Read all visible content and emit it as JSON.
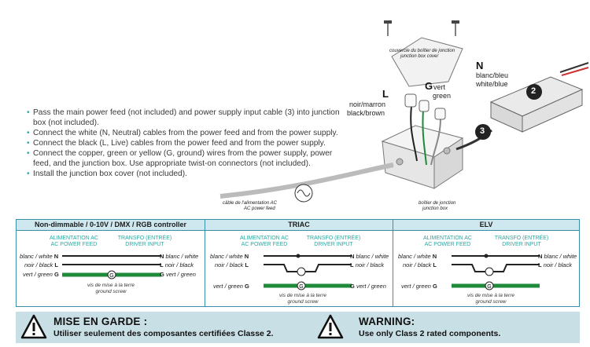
{
  "instructions": [
    "Pass the main power feed (not included) and power supply input cable (3) into junction box (not included).",
    "Connect the white (N, Neutral) cables from the power feed and from the power supply.",
    "Connect the black (L, Live) cables from the power feed and from the power supply.",
    "Connect the copper, green or yellow (G, ground) wires from the power supply, power feed, and the junction box. Use appropriate twist-on connectors (not included).",
    "Install the junction box cover (not included)."
  ],
  "illustration": {
    "cover_fr": "couvercle du boîtier de jonction",
    "cover_en": "junction box cover",
    "N_letter": "N",
    "N_fr": "blanc/bleu",
    "N_en": "white/blue",
    "G_letter": "G",
    "G_fr": "vert",
    "G_en": "green",
    "L_letter": "L",
    "L_fr": "noir/marron",
    "L_en": "black/brown",
    "callout_2": "2",
    "callout_3": "3",
    "ac_fr": "câble de l'alimentation AC",
    "ac_en": "AC power feed",
    "jbox_fr": "boîtier de jonction",
    "jbox_en": "junction box"
  },
  "wiring": [
    {
      "title": "Non-dimmable / 0-10V / DMX / RGB controller"
    },
    {
      "title": "TRIAC"
    },
    {
      "title": "ELV"
    }
  ],
  "wiring_labels": {
    "ac_fr": "ALIMENTATION AC",
    "ac_en": "AC POWER FEED",
    "drv_fr": "TRANSFO (ENTRÉE)",
    "drv_en": "DRIVER INPUT",
    "white": "blanc / white",
    "black": "noir / black",
    "green": "vert / green",
    "N": "N",
    "L": "L",
    "G": "G",
    "screw_fr": "vis de mise à la terre",
    "screw_en": "ground screw"
  },
  "warning": {
    "fr_title": "MISE EN GARDE :",
    "fr_text": "Utiliser seulement des composantes certifiées Classe 2.",
    "en_title": "WARNING:",
    "en_text": "Use only Class 2 rated components."
  },
  "colors": {
    "accent": "#2aa7a0",
    "border": "#3a8fa8",
    "header_bg": "#cfe8ef",
    "warning_bg": "#c9dfe6",
    "ground_green": "#1e8a3a"
  }
}
